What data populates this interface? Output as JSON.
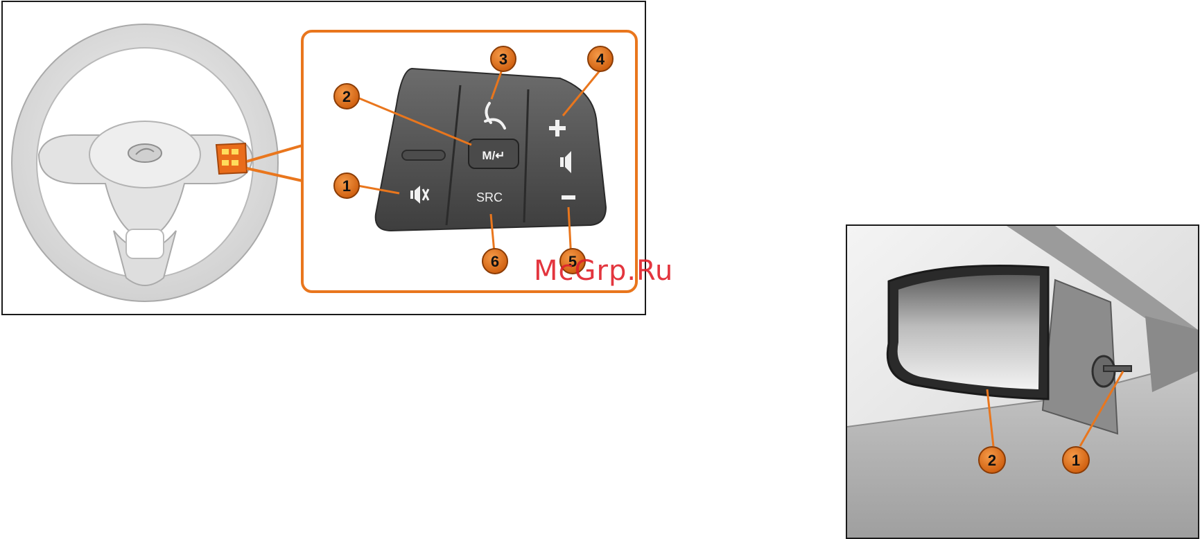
{
  "figure_1": {
    "callouts": [
      "1",
      "2",
      "3",
      "4",
      "5",
      "6"
    ],
    "button_labels": {
      "mode": "M/↵",
      "source": "SRC"
    },
    "icons": [
      "mute-icon",
      "phone-icon",
      "plus-icon",
      "speaker-icon",
      "minus-icon"
    ],
    "accent_color": "#e9761d"
  },
  "figure_2": {
    "callouts": [
      "1",
      "2"
    ]
  },
  "watermark": "McGrp.Ru"
}
